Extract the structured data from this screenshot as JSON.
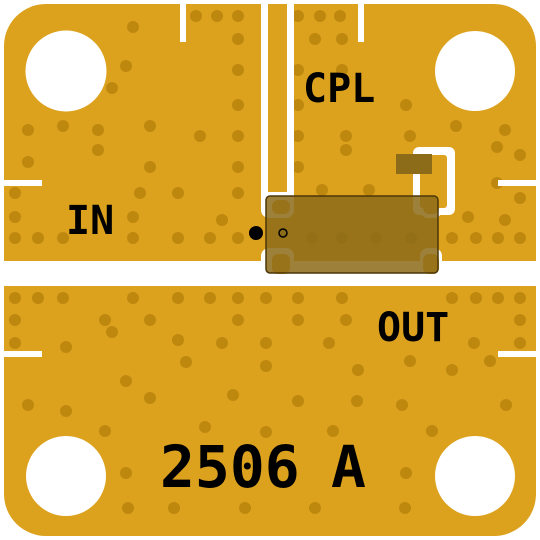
{
  "board": {
    "labels": {
      "coupled_port": "CPL",
      "input_port": "IN",
      "output_port": "OUT",
      "part_number": "2506",
      "revision": "A"
    },
    "colors": {
      "copper": "#DCA21E",
      "via": "#BE880F",
      "component_body": "#8C6B19",
      "component_edge": "#4C3608",
      "gap": "#FFFFFF",
      "silkscreen": "#000000",
      "background": "#FFFFFF"
    },
    "icons": {
      "mounting_holes": "circle-hole-icon",
      "pin1_marker": "filled-dot-icon"
    }
  }
}
